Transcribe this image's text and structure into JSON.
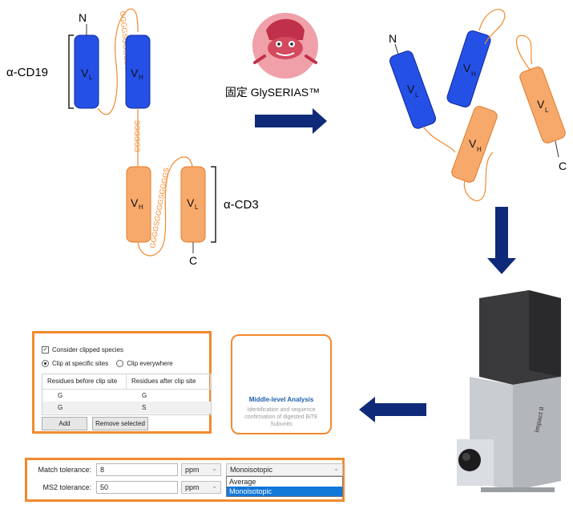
{
  "construct": {
    "n_term": "N",
    "c_term": "C",
    "ab1_name": "α-CD19",
    "ab2_name": "α-CD3",
    "vl_main": "V",
    "vl_sub": "L",
    "vh_main": "V",
    "vh_sub": "H",
    "linker_top": "GGGGSGGGGSGGGGS",
    "linker_mid": "SGGGGS",
    "linker_bottom": "GGGGSGGGGSGGGGS"
  },
  "enzyme_label": "固定 GlySERIAS™",
  "fragments": {
    "n_term": "N",
    "c_term": "C"
  },
  "instrument_label": "impact II",
  "clip_panel": {
    "consider_clipped_label": "Consider clipped species",
    "clip_sites_label": "Clip at specific sites",
    "clip_everywhere_label": "Clip everywhere",
    "col_before": "Residues before clip site",
    "col_after": "Residues after clip site",
    "rows": [
      [
        "G",
        "G"
      ],
      [
        "G",
        "S"
      ]
    ],
    "add_label": "Add",
    "remove_label": "Remove selected"
  },
  "analysis_card": {
    "title": "Middle-level Analysis",
    "desc_line1": "Identification and sequence",
    "desc_line2": "confirmation of digested BiTE",
    "desc_line3": "Subunits"
  },
  "tolerance_panel": {
    "match_label": "Match tolerance:",
    "match_value": "8",
    "ms2_label": "MS2 tolerance:",
    "ms2_value": "50",
    "unit": "ppm",
    "mass_type": "Monoisotopic",
    "options": [
      "Average",
      "Monoisotopic"
    ]
  },
  "colors": {
    "blue_domain": "#2450e6",
    "orange_domain": "#f7a96b",
    "orange_line": "#f28a2e",
    "arrow_navy": "#0f2a78",
    "panel_border": "#f28a2e"
  }
}
